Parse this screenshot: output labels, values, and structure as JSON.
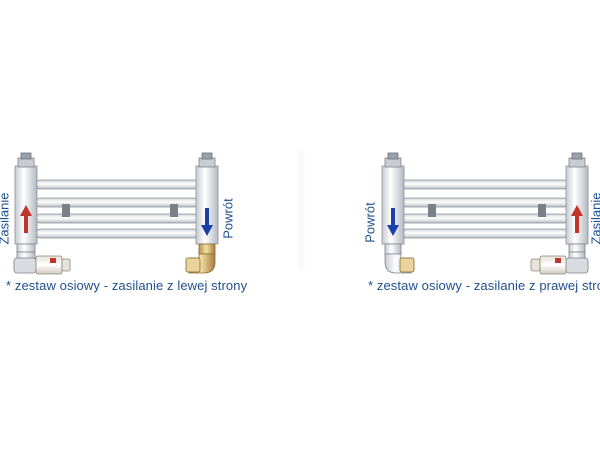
{
  "left_diagram": {
    "label_supply": "Zasilanie",
    "label_return": "Powrót",
    "caption": "* zestaw osiowy - zasilanie z lewej strony"
  },
  "right_diagram": {
    "label_supply": "Zasilanie",
    "label_return": "Powrót",
    "caption": "* zestaw osiowy - zasilanie z prawej strony"
  },
  "colors": {
    "text": "#1f4f8f",
    "supply_arrow": "#c0342c",
    "return_arrow": "#1b3fa8",
    "radiator": "#f1f3f6",
    "outline": "#8a9098"
  },
  "icons": [
    "supply-arrow-up-icon",
    "return-arrow-down-icon",
    "valve-icon",
    "elbow-fitting-icon"
  ]
}
